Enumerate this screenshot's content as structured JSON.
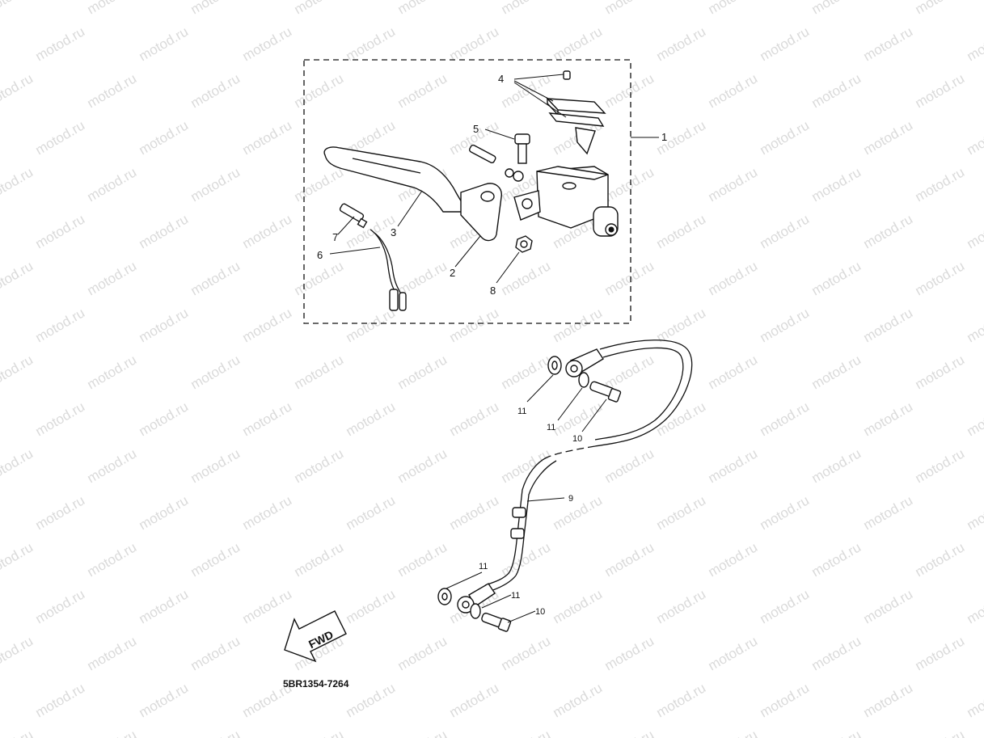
{
  "watermark_text": "motod.ru",
  "drawing_code": "5BR1354-7264",
  "fwd_label": "FWD",
  "callouts": {
    "c1": "1",
    "c2": "2",
    "c3": "3",
    "c4": "4",
    "c5": "5",
    "c6": "6",
    "c7": "7",
    "c8": "8",
    "c9": "9",
    "c10a": "10",
    "c10b": "10",
    "c11a": "11",
    "c11b": "11",
    "c11c": "11",
    "c11d": "11"
  }
}
